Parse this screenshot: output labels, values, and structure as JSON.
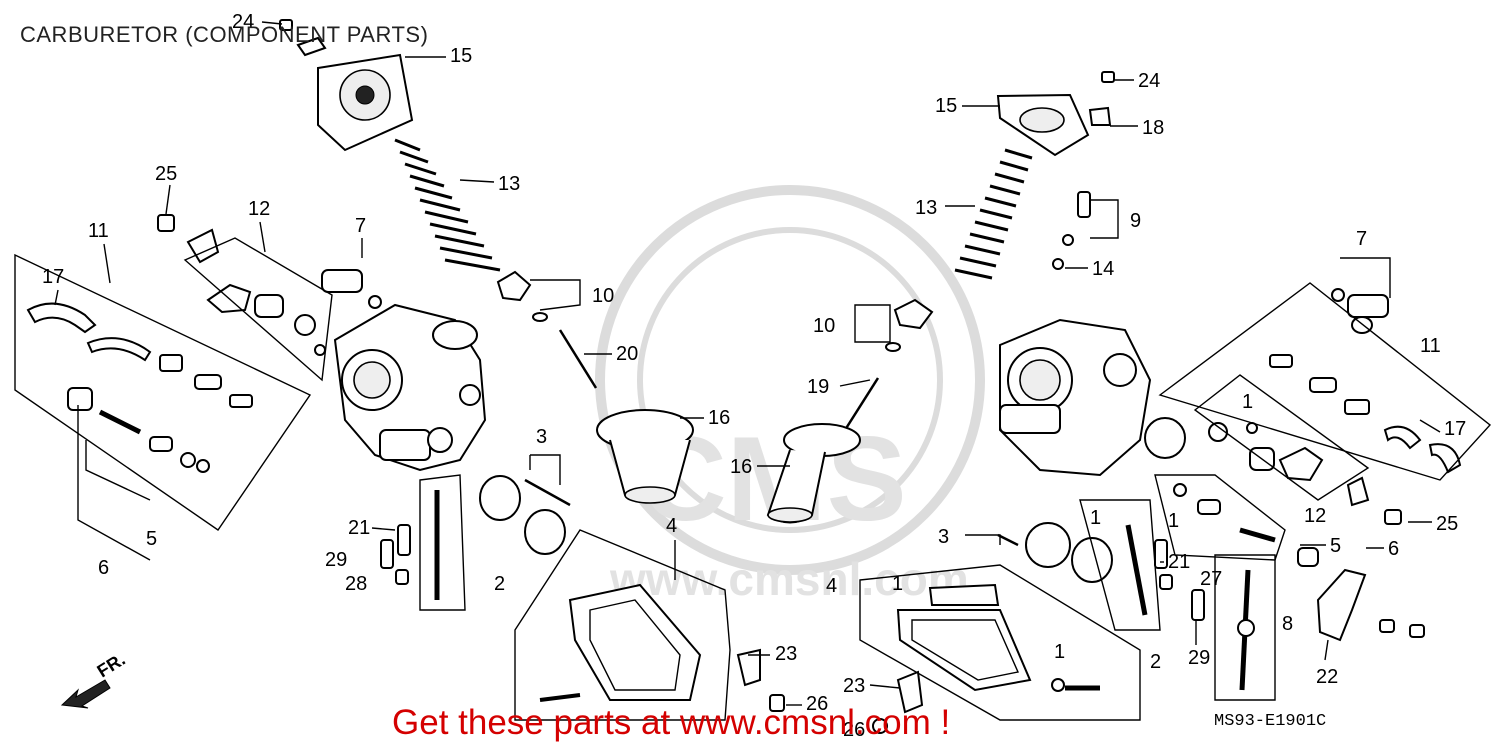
{
  "title": "CARBURETOR (COMPONENT PARTS)",
  "watermark": {
    "brand": "CMS",
    "site": "www.cmsnl.com"
  },
  "banner": "Get these parts at www.cmsnl.com !",
  "diagram_code": "MS93-E1901C",
  "direction_label": "FR.",
  "callouts": {
    "c24a": "24",
    "c15a": "15",
    "c13a": "13",
    "c10a": "10",
    "c20": "20",
    "c25a": "25",
    "c12a": "12",
    "c11a": "11",
    "c17a": "17",
    "c7a": "7",
    "c5a": "5",
    "c6a": "6",
    "c3a": "3",
    "c16a": "16",
    "c4a": "4",
    "c21a": "21",
    "c29a": "29",
    "c28": "28",
    "c2a": "2",
    "c23a": "23",
    "c26a": "26",
    "c26b": "26",
    "c24b": "24",
    "c15b": "15",
    "c18": "18",
    "c13b": "13",
    "c9": "9",
    "c14": "14",
    "c10b": "10",
    "c19": "19",
    "c16b": "16",
    "c7b": "7",
    "c11b": "11",
    "c17b": "17",
    "c1a": "1",
    "c1b": "1",
    "c12b": "12",
    "c25b": "25",
    "c5b": "5",
    "c6b": "6",
    "c3b": "3",
    "c4b": "4",
    "c1c": "1",
    "c1d": "1",
    "c21b": "21",
    "c27": "27",
    "c2b": "2",
    "c29b": "29",
    "c8": "8",
    "c22": "22",
    "c23b": "23",
    "c1e": "1"
  }
}
